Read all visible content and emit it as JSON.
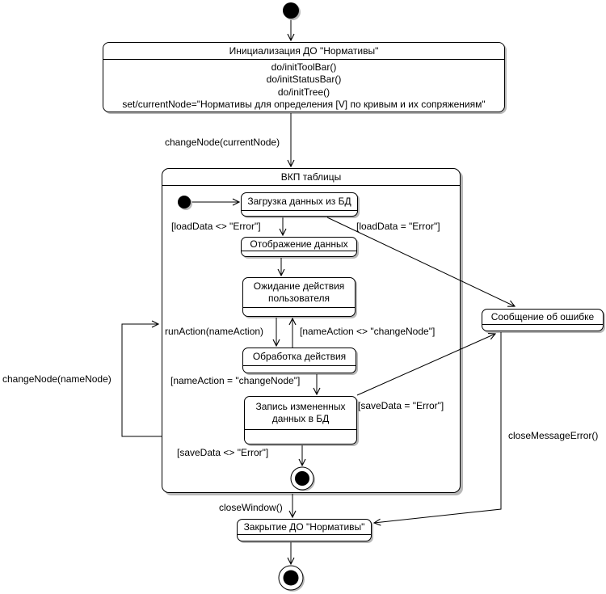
{
  "diagram_type": "uml-statechart",
  "colors": {
    "stroke": "#000000",
    "fill": "#ffffff",
    "shadow": "#b8b8b8",
    "background": "#ffffff"
  },
  "states": {
    "init_do": {
      "title": "Инициализация ДО \"Нормативы\"",
      "actions": [
        "do/initToolBar()",
        "do/initStatusBar()",
        "do/initTree()",
        "set/currentNode=\"Нормативы для определения [V] по кривым и их сопряжениям\""
      ]
    },
    "vkp": {
      "title": "ВКП таблицы"
    },
    "load": {
      "title": "Загрузка данных из БД"
    },
    "display": {
      "title": "Отображение данных"
    },
    "wait": {
      "title": "Ожидание действия пользователя"
    },
    "process": {
      "title": "Обработка действия"
    },
    "save": {
      "title": "Запись измененных данных в БД"
    },
    "error": {
      "title": "Сообщение об ошибке"
    },
    "close": {
      "title": "Закрытие ДО \"Нормативы\""
    }
  },
  "transitions": {
    "change_node_current": "changeNode(currentNode)",
    "load_ok": "[loadData <> \"Error\"]",
    "load_error": "[loadData = \"Error\"]",
    "run_action": "runAction(nameAction)",
    "name_action_neq": "[nameAction <> \"changeNode\"]",
    "name_action_eq": "[nameAction = \"changeNode\"]",
    "save_error": "[saveData = \"Error\"]",
    "save_ok": "[saveData <> \"Error\"]",
    "change_node_name": "changeNode(nameNode)",
    "close_window": "closeWindow()",
    "close_message_error": "closeMessageError()"
  }
}
